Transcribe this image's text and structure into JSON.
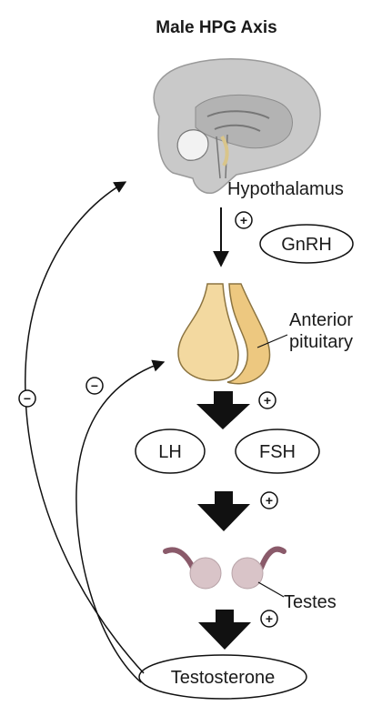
{
  "diagram": {
    "title": "Male HPG Axis",
    "labels": {
      "hypothalamus": "Hypothalamus",
      "gnrh": "GnRH",
      "anterior_pituitary_line1": "Anterior",
      "anterior_pituitary_line2": "pituitary",
      "lh": "LH",
      "fsh": "FSH",
      "testes": "Testes",
      "testosterone": "Testosterone"
    },
    "signs": {
      "plus": "+",
      "minus": "−"
    },
    "colors": {
      "brain": "#c9c9c9",
      "pituitary": "#f3d9a0",
      "testes": "#d9c4c8",
      "vas_deferens": "#8a5a6a",
      "arrow": "#111111"
    }
  }
}
